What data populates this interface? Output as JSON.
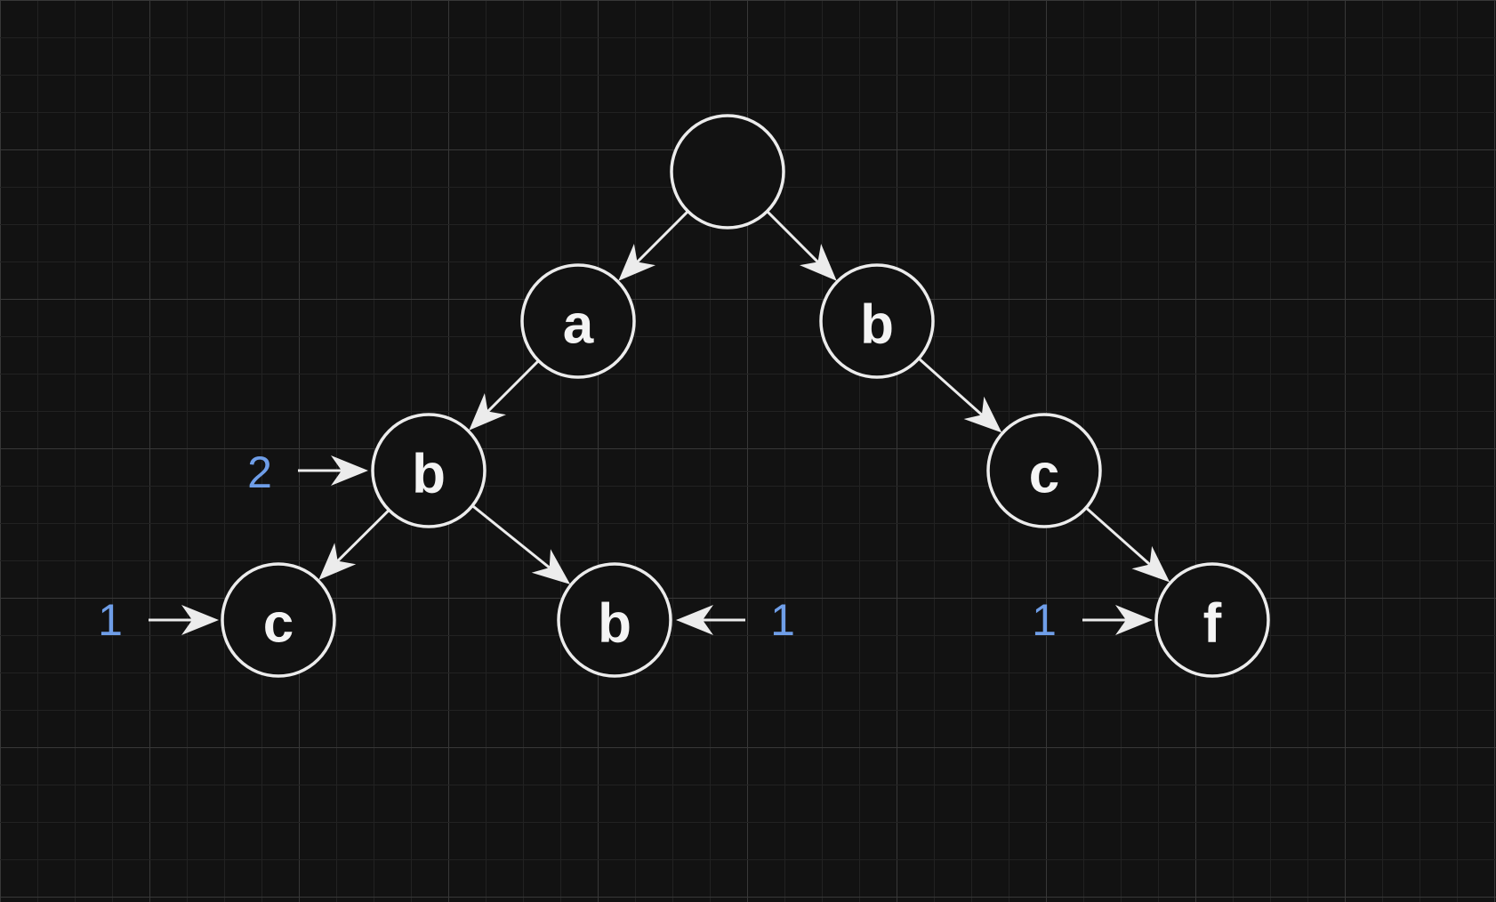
{
  "colors": {
    "background": "#121212",
    "grid": "#383838",
    "node_stroke": "#ececec",
    "text": "#f4f4f4",
    "count": "#6f9ee8"
  },
  "nodes": [
    {
      "id": "root",
      "label": ""
    },
    {
      "id": "n-a",
      "label": "a"
    },
    {
      "id": "n-b1",
      "label": "b"
    },
    {
      "id": "n-b2",
      "label": "b"
    },
    {
      "id": "n-c1",
      "label": "c"
    },
    {
      "id": "n-c2",
      "label": "c"
    },
    {
      "id": "n-b3",
      "label": "b"
    },
    {
      "id": "n-f",
      "label": "f"
    }
  ],
  "edges": [
    {
      "from": "root",
      "to": "n-a"
    },
    {
      "from": "root",
      "to": "n-b1"
    },
    {
      "from": "n-a",
      "to": "n-b2"
    },
    {
      "from": "n-b1",
      "to": "n-c1"
    },
    {
      "from": "n-b2",
      "to": "n-c2"
    },
    {
      "from": "n-b2",
      "to": "n-b3"
    },
    {
      "from": "n-c1",
      "to": "n-f"
    }
  ],
  "counts": [
    {
      "node": "n-b2",
      "value": "2"
    },
    {
      "node": "n-c2",
      "value": "1"
    },
    {
      "node": "n-b3",
      "value": "1"
    },
    {
      "node": "n-f",
      "value": "1"
    }
  ]
}
